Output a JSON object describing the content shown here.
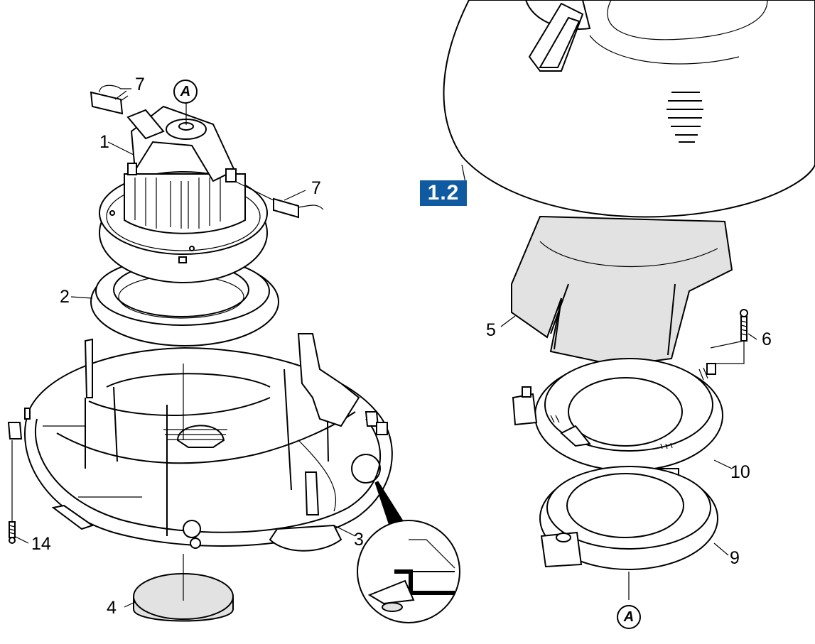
{
  "figure": {
    "section_badge": "1.2",
    "callouts": [
      {
        "id": "1",
        "text": "1"
      },
      {
        "id": "2",
        "text": "2"
      },
      {
        "id": "3",
        "text": "3"
      },
      {
        "id": "4",
        "text": "4"
      },
      {
        "id": "5",
        "text": "5"
      },
      {
        "id": "6",
        "text": "6"
      },
      {
        "id": "7a",
        "text": "7"
      },
      {
        "id": "7b",
        "text": "7"
      },
      {
        "id": "9",
        "text": "9"
      },
      {
        "id": "10",
        "text": "10"
      },
      {
        "id": "14",
        "text": "14"
      }
    ],
    "reference_markers": [
      {
        "id": "top",
        "text": "A"
      },
      {
        "id": "bottom",
        "text": "A"
      }
    ]
  },
  "colors": {
    "badge_background": "#0f5aa0",
    "badge_text": "#ffffff",
    "line": "#000000",
    "felt_pad": "#e2e2e2"
  }
}
